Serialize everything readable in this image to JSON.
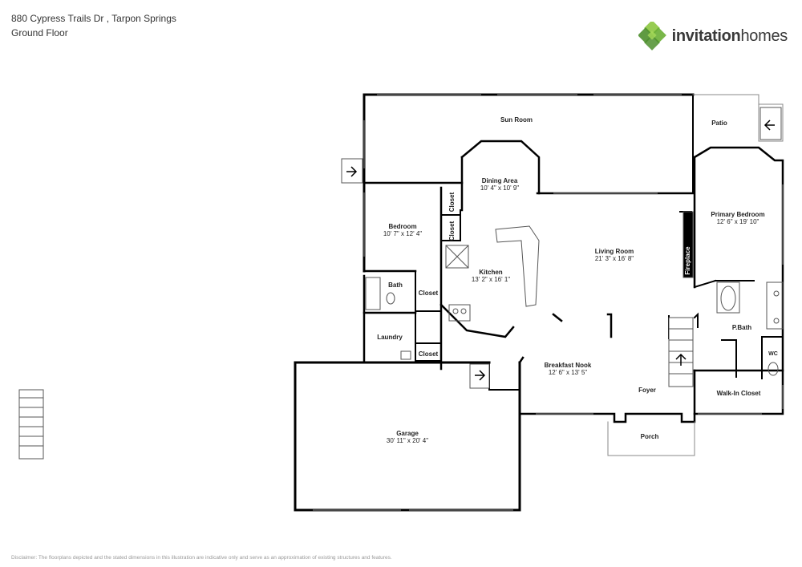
{
  "header": {
    "address": "880 Cypress Trails Dr , Tarpon Springs",
    "floor": "Ground Floor"
  },
  "brand": {
    "name_part1": "invitation",
    "name_part2": "homes",
    "colors": {
      "green_dark": "#4e8f2e",
      "green_light": "#8cc63f",
      "green_mid": "#6aaf35"
    }
  },
  "rooms": {
    "sun_room": {
      "name": "Sun Room"
    },
    "patio": {
      "name": "Patio"
    },
    "dining_area": {
      "name": "Dining Area",
      "dims": "10' 4\" x 10' 9\""
    },
    "bedroom": {
      "name": "Bedroom",
      "dims": "10' 7\" x 12' 4\""
    },
    "closet_1": {
      "name": "Closet"
    },
    "closet_2": {
      "name": "Closet"
    },
    "closet_3": {
      "name": "Closet"
    },
    "closet_4": {
      "name": "Closet"
    },
    "primary_bedroom": {
      "name": "Primary Bedroom",
      "dims": "12' 6\" x 19' 10\""
    },
    "living_room": {
      "name": "Living Room",
      "dims": "21' 3\" x 16' 8\""
    },
    "fireplace": {
      "name": "Fireplace"
    },
    "kitchen": {
      "name": "Kitchen",
      "dims": "13' 2\" x 16' 1\""
    },
    "bath": {
      "name": "Bath"
    },
    "laundry": {
      "name": "Laundry"
    },
    "p_bath": {
      "name": "P.Bath"
    },
    "wc": {
      "name": "WC"
    },
    "breakfast_nook": {
      "name": "Breakfast Nook",
      "dims": "12' 6\" x 13' 5\""
    },
    "foyer": {
      "name": "Foyer"
    },
    "walk_in_closet": {
      "name": "Walk-In Closet"
    },
    "garage": {
      "name": "Garage",
      "dims": "30' 11\" x 20' 4\""
    },
    "porch": {
      "name": "Porch"
    }
  },
  "disclaimer": "Disclaimer: The floorplans depicted and the stated dimensions in this illustration are indicative only and serve as an approximation of existing structures and features."
}
